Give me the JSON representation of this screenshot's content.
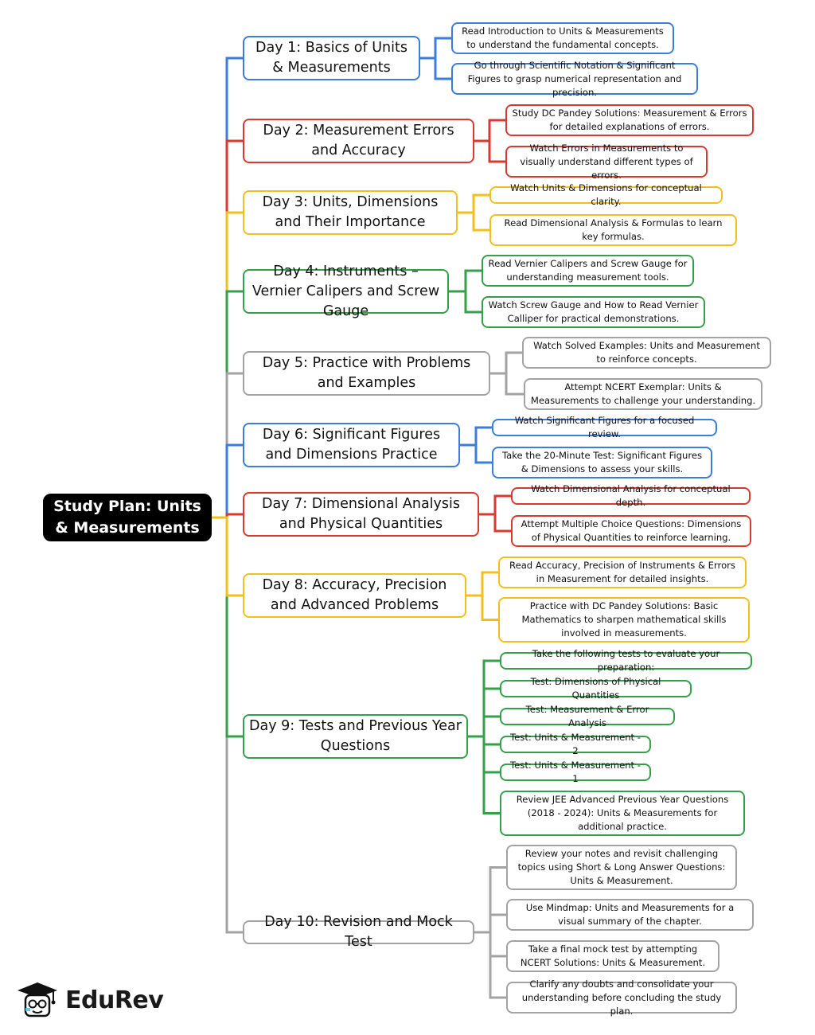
{
  "root": {
    "label": "Study Plan: Units & Measurements"
  },
  "colors": {
    "blue": "#3b7ddd",
    "red": "#d93a2f",
    "yellow": "#f2c01d",
    "green": "#34a14a",
    "gray": "#a3a3a3"
  },
  "days": [
    {
      "label": "Day 1: Basics of Units & Measurements",
      "color": "blue",
      "tasks": [
        "Read Introduction to Units & Measurements to understand the fundamental concepts.",
        "Go through Scientific Notation & Significant Figures to grasp numerical representation and precision."
      ]
    },
    {
      "label": "Day 2: Measurement Errors and Accuracy",
      "color": "red",
      "tasks": [
        "Study DC Pandey Solutions: Measurement & Errors for detailed explanations of errors.",
        "Watch Errors in Measurements to visually understand different types of errors."
      ]
    },
    {
      "label": "Day 3: Units, Dimensions and Their Importance",
      "color": "yellow",
      "tasks": [
        "Watch Units & Dimensions for conceptual clarity.",
        "Read Dimensional Analysis & Formulas to learn key formulas."
      ]
    },
    {
      "label": "Day 4: Instruments – Vernier Calipers and Screw Gauge",
      "color": "green",
      "tasks": [
        "Read Vernier Calipers and Screw Gauge for understanding measurement tools.",
        "Watch Screw Gauge and How to Read Vernier Calliper for practical demonstrations."
      ]
    },
    {
      "label": "Day 5: Practice with Problems and Examples",
      "color": "gray",
      "tasks": [
        "Watch Solved Examples: Units and Measurement to reinforce concepts.",
        "Attempt NCERT Exemplar: Units & Measurements to challenge your understanding."
      ]
    },
    {
      "label": "Day 6: Significant Figures and Dimensions Practice",
      "color": "blue",
      "tasks": [
        "Watch Significant Figures for a focused review.",
        "Take the 20-Minute Test: Significant Figures & Dimensions to assess your skills."
      ]
    },
    {
      "label": "Day 7: Dimensional Analysis and Physical Quantities",
      "color": "red",
      "tasks": [
        "Watch Dimensional Analysis for conceptual depth.",
        "Attempt Multiple Choice Questions: Dimensions of Physical Quantities to reinforce learning."
      ]
    },
    {
      "label": "Day 8: Accuracy, Precision and Advanced Problems",
      "color": "yellow",
      "tasks": [
        "Read Accuracy, Precision of Instruments & Errors in Measurement for detailed insights.",
        "Practice with DC Pandey Solutions: Basic Mathematics to sharpen mathematical skills involved in measurements."
      ]
    },
    {
      "label": "Day 9: Tests and Previous Year Questions",
      "color": "green",
      "tasks": [
        "Take the following tests to evaluate your preparation:",
        "Test: Dimensions of Physical Quantities",
        "Test: Measurement & Error Analysis",
        "Test: Units & Measurement - 2",
        "Test: Units & Measurement - 1",
        "Review JEE Advanced Previous Year Questions (2018 - 2024): Units & Measurements for additional practice."
      ]
    },
    {
      "label": "Day 10: Revision and Mock Test",
      "color": "gray",
      "tasks": [
        "Review your notes and revisit challenging topics using Short & Long Answer Questions: Units & Measurement.",
        "Use Mindmap: Units and Measurements for a visual summary of the chapter.",
        "Take a final mock test by attempting NCERT Solutions: Units & Measurement.",
        "Clarify any doubts and consolidate your understanding before concluding the study plan."
      ]
    }
  ],
  "brand": {
    "name": "EduRev"
  }
}
